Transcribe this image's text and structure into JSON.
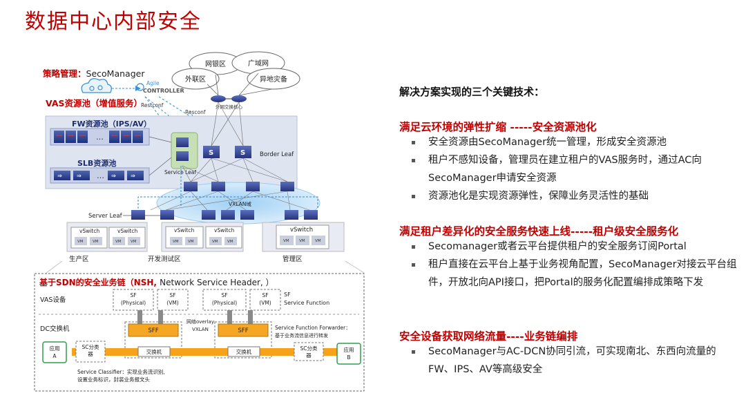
{
  "page": {
    "title": "数据中心内部安全"
  },
  "top_diagram": {
    "policy_label": "策略管理：",
    "policy_value": "SecoManager",
    "vas_pool_label": "VAS资源池（增值服务）",
    "controller_brand": "Agile",
    "controller_name": "CONTROLLER",
    "restconf_left": "Restconf",
    "restconf_right": "Resconf",
    "clouds": [
      "网银区",
      "广域网",
      "外联区",
      "异地灾备"
    ],
    "router_caption": "外网交换核心",
    "fw_pool_label": "FW资源池（IPS/AV）",
    "fw_ellipsis": "…",
    "slb_pool_label": "SLB资源池",
    "service_leaf_label": "Service Leaf",
    "border_leaf_label": "Border Leaf",
    "switch_glyph": "S",
    "vxlan_label": "VXLAN域",
    "server_leaf_label": "Server Leaf",
    "vswitch_label": "vSwitch",
    "vm_label": "VM",
    "zones": [
      "生产区",
      "开发测试区",
      "管理区"
    ]
  },
  "nsh_diagram": {
    "title_prefix": "基于SDN的安全业务链（NSH, ",
    "title_suffix": "Network Service Header, ）",
    "vas_device_label": "VAS设备",
    "dc_switch_label": "DC交换机",
    "sf_physical": [
      "SF",
      "(Physical)"
    ],
    "sf_vm": [
      "SF",
      "(VM)"
    ],
    "sf_label": "SF",
    "service_function_label": "Service Function",
    "sff_label": "SFF",
    "overlay_label": [
      "网络overlay",
      "VXLAN"
    ],
    "sff_desc_title": "Service Function Forwarder：",
    "sff_desc_body": "基于业务流信息进行转发",
    "switch_label": "交换机",
    "app_a": [
      "应用",
      "A"
    ],
    "app_b": [
      "应用",
      "B"
    ],
    "sc_label": [
      "SC分类",
      "器"
    ],
    "classifier_lines": [
      "Service  Classifier：实现业务流识别,",
      "设置业务标识，封装业务报文头"
    ]
  },
  "right_panel": {
    "heading": "解决方案实现的三个关键技术：",
    "sections": [
      {
        "title": "满足云环境的弹性扩缩 -----安全资源池化",
        "bullets": [
          "安全资源由SecoManager统一管理，形成安全资源池",
          "租户不感知设备，管理员在建立租户的VAS服务时，通过AC向SecoManager申请安全资源",
          "资源池化是实现资源弹性，保障业务灵活性的基础"
        ]
      },
      {
        "title": "满足租户差异化的安全服务快速上线-----租户级安全服务化",
        "bullets": [
          "Secomanager或者云平台提供租户的安全服务订阅Portal",
          "租户直接在云平台上基于业务视角配置，SecoManager对接云平台组件，开放北向API接口，把Portal的服务化配置编排成策略下发"
        ]
      },
      {
        "title": "安全设备获取网络流量----业务链编排",
        "bullets": [
          "SecoManager与AC-DCN协同引流，可实现南北、东西向流量的FW、IPS、AV等高级安全"
        ]
      }
    ]
  },
  "colors": {
    "title_red": "#c00000",
    "section_red": "#c00000",
    "pool_bg": "#dfe4f1",
    "service_leaf_green": "#c6dfb4",
    "sff_orange": "#f5a623",
    "chain_bar_orange": "#f7a21b",
    "app_green": "#2e9e4d",
    "switch_blue": "#35489a"
  }
}
